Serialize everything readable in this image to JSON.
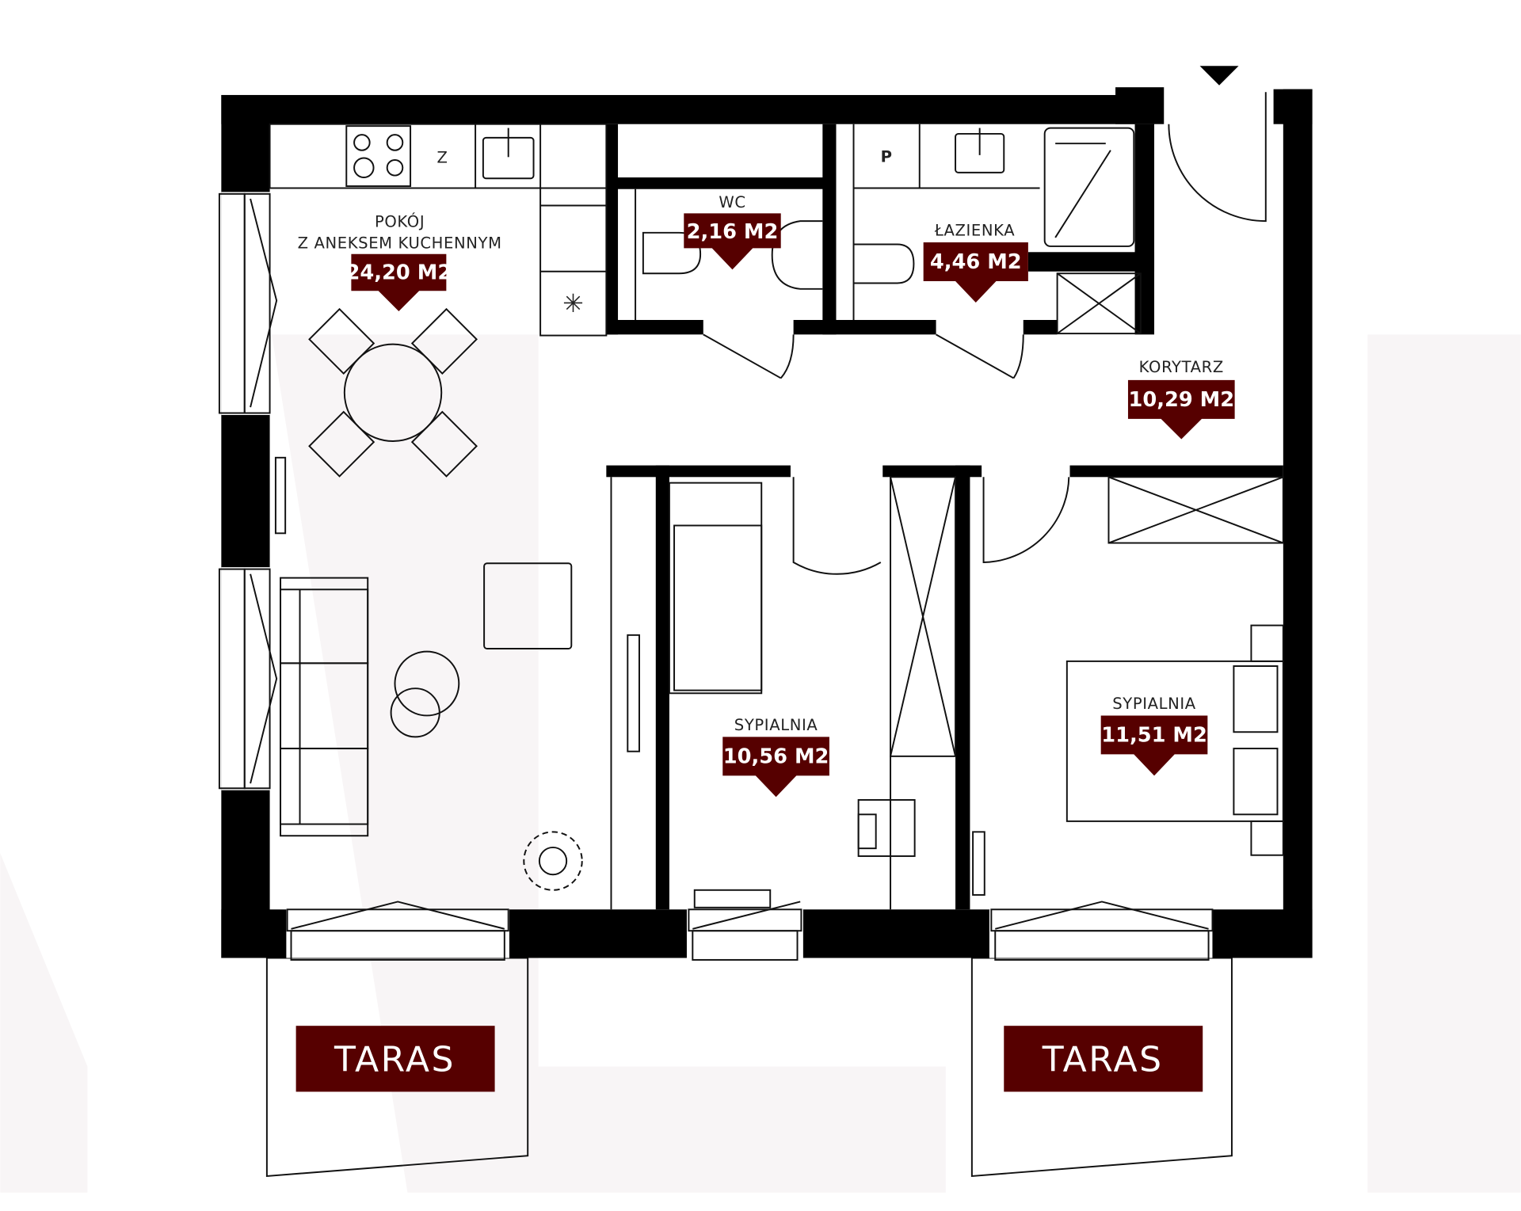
{
  "colors": {
    "badge": "#560000",
    "wall": "#000000",
    "watermark": "#f8f5f6"
  },
  "rooms": [
    {
      "name_line1": "POKÓJ",
      "name_line2": "Z ANEKSEM KUCHENNYM",
      "area": "24,20 M2"
    },
    {
      "name": "WC",
      "area": "2,16 M2"
    },
    {
      "name": "ŁAZIENKA",
      "area": "4,46 M2"
    },
    {
      "name": "KORYTARZ",
      "area": "10,29 M2"
    },
    {
      "name": "SYPIALNIA",
      "area": "10,56 M2"
    },
    {
      "name": "SYPIALNIA",
      "area": "11,51 M2"
    }
  ],
  "terraces": [
    {
      "label": "TARAS"
    },
    {
      "label": "TARAS"
    }
  ],
  "fixture_labels": {
    "fridge": "Z",
    "washer": "P"
  }
}
